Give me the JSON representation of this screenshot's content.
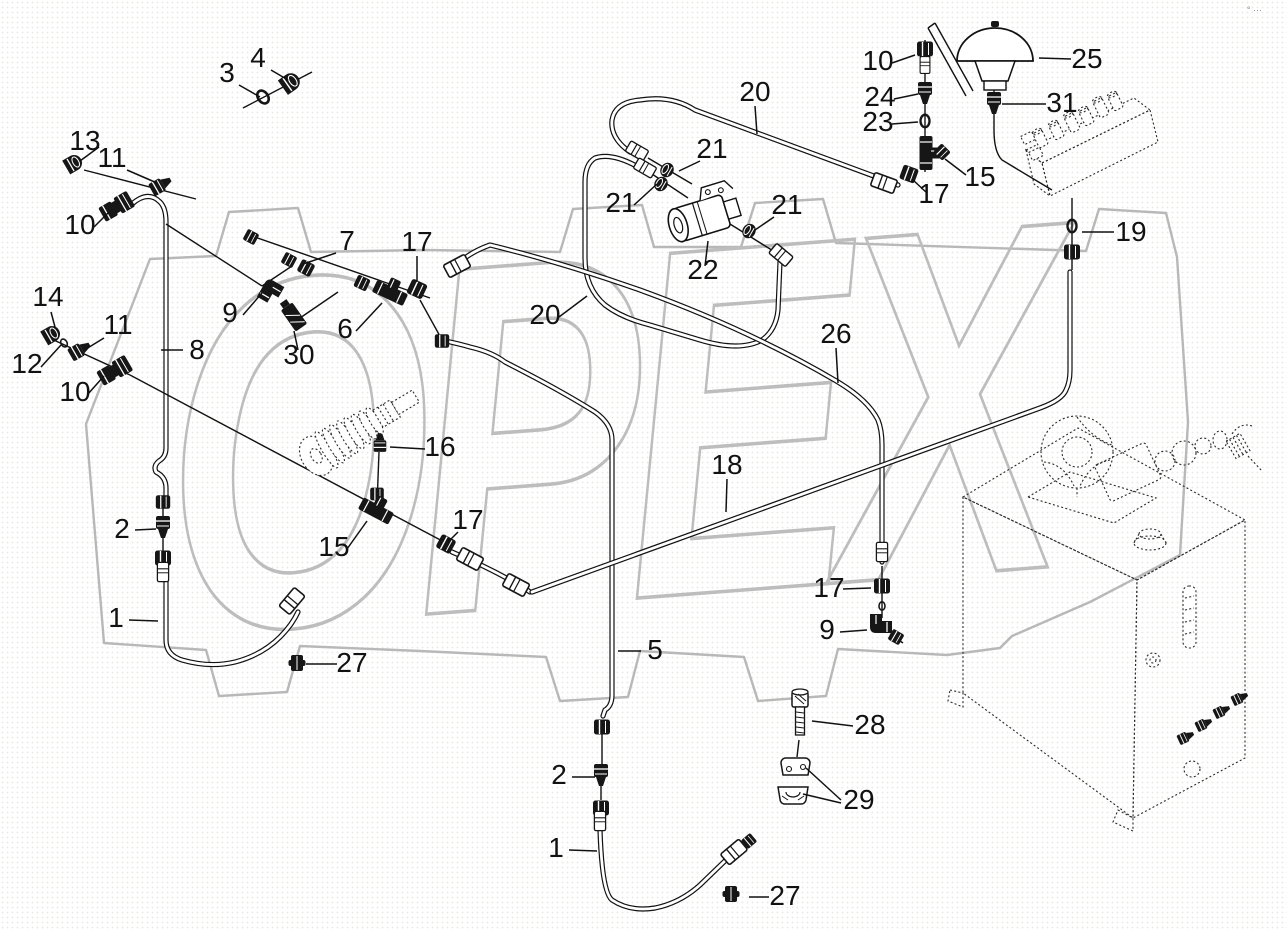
{
  "page": {
    "background": "#ffffff",
    "corner_marks": "° ···",
    "line_color": "#111111"
  },
  "watermark": {
    "text": "OPEX",
    "text_color": "#bdbdbd",
    "gear_color": "#b8b8b8"
  },
  "callouts": {
    "n1": "1",
    "n2": "2",
    "n3": "3",
    "n4": "4",
    "n5": "5",
    "n6": "6",
    "n7": "7",
    "n8": "8",
    "n9": "9",
    "n10": "10",
    "n11": "11",
    "n12": "12",
    "n13": "13",
    "n14": "14",
    "n15": "15",
    "n16": "16",
    "n17": "17",
    "n18": "18",
    "n19": "19",
    "n20": "20",
    "n21": "21",
    "n22": "22",
    "n23": "23",
    "n24": "24",
    "n25": "25",
    "n26": "26",
    "n27": "27",
    "n28": "28",
    "n29": "29",
    "n30": "30",
    "n31": "31"
  }
}
